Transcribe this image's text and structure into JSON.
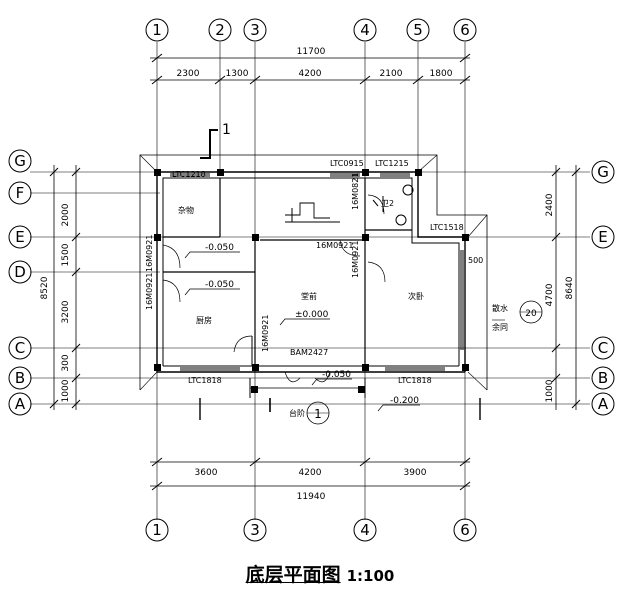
{
  "title": "底层平面图",
  "scale": "1:100",
  "axes_top": [
    "1",
    "2",
    "3",
    "4",
    "5",
    "6"
  ],
  "axes_bottom": [
    "1",
    "3",
    "4",
    "6"
  ],
  "axes_rows": [
    "G",
    "F",
    "E",
    "D",
    "C",
    "B",
    "A"
  ],
  "dims_top_total": "11700",
  "dims_top": [
    "2300",
    "1300",
    "4200",
    "2100",
    "1800"
  ],
  "dims_bottom": [
    "3600",
    "4200",
    "3900"
  ],
  "dims_bottom_total": "11940",
  "dims_left": [
    "2000",
    "1500",
    "3200",
    "300",
    "1000"
  ],
  "dims_left_total": "8520",
  "dims_right": [
    "2400",
    "4700",
    "1000"
  ],
  "dims_right_total": "8640",
  "labels": {
    "window_top_left": "LTC1218",
    "window_top_mid": "LTC0915",
    "window_top_right": "LTC1215",
    "window_right": "LTC1518",
    "window_bottom_left": "LTC1818",
    "window_bottom_right": "LTC1818",
    "door_bath": "16M0821",
    "door_hall_top": "16M0921",
    "door_bed": "16M0921",
    "door_left_e": "16M0921",
    "door_left_d": "16M0921",
    "door_kitchen": "16M0921",
    "front_door": "BAM2427",
    "dim_500": "500",
    "section": "1"
  },
  "rooms": {
    "storage": "杂物",
    "bath": "卫2",
    "kitchen": "厨房",
    "hall": "堂前",
    "bedroom": "次卧",
    "steps": "台阶",
    "drain": "散水",
    "drain2": "余同"
  },
  "levels": {
    "storage": "-0.050",
    "kitchen": "-0.050",
    "hall": "±0.000",
    "porch": "-0.050",
    "outdoor": "-0.200"
  },
  "callout_num": "20"
}
